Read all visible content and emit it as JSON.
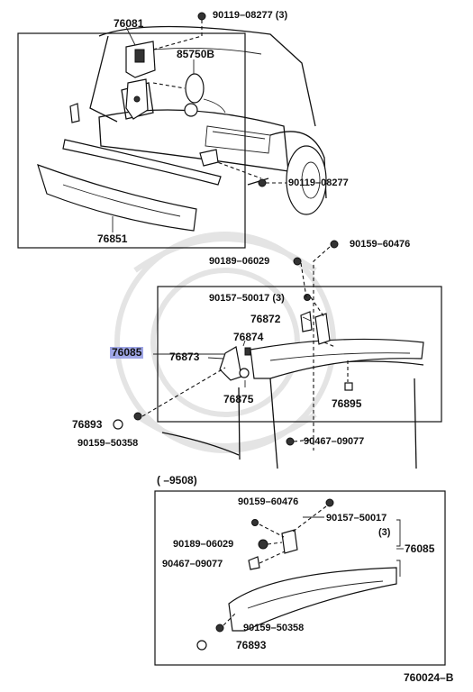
{
  "labels": {
    "p90119_08277_3": "90119–08277 (3)",
    "p76081": "76081",
    "p85750b": "85750B",
    "p90119_08277": "90119–08277",
    "p76851": "76851",
    "p90159_60476_a": "90159–60476",
    "p90189_06029_a": "90189–06029",
    "p90157_50017_3": "90157–50017 (3)",
    "p76872": "76872",
    "p76874": "76874",
    "p76085_hl": "76085",
    "p76873": "76873",
    "p76875": "76875",
    "p76895": "76895",
    "p76893_a": "76893",
    "p90159_50358_a": "90159–50358",
    "p90467_09077_a": "90467–09077",
    "range_note": "(        –9508)",
    "p90159_60476_b": "90159–60476",
    "p90157_50017_b": "90157–50017",
    "qty_3": "(3)",
    "p90189_06029_b": "90189–06029",
    "p76085_b": "76085",
    "p90467_09077_b": "90467–09077",
    "p90159_50358_b": "90159–50358",
    "p76893_b": "76893",
    "diagram_id": "760024–B"
  },
  "colors": {
    "highlight": "#9fa6e6",
    "ink": "#111111",
    "watermark": "#e4e4e4"
  }
}
